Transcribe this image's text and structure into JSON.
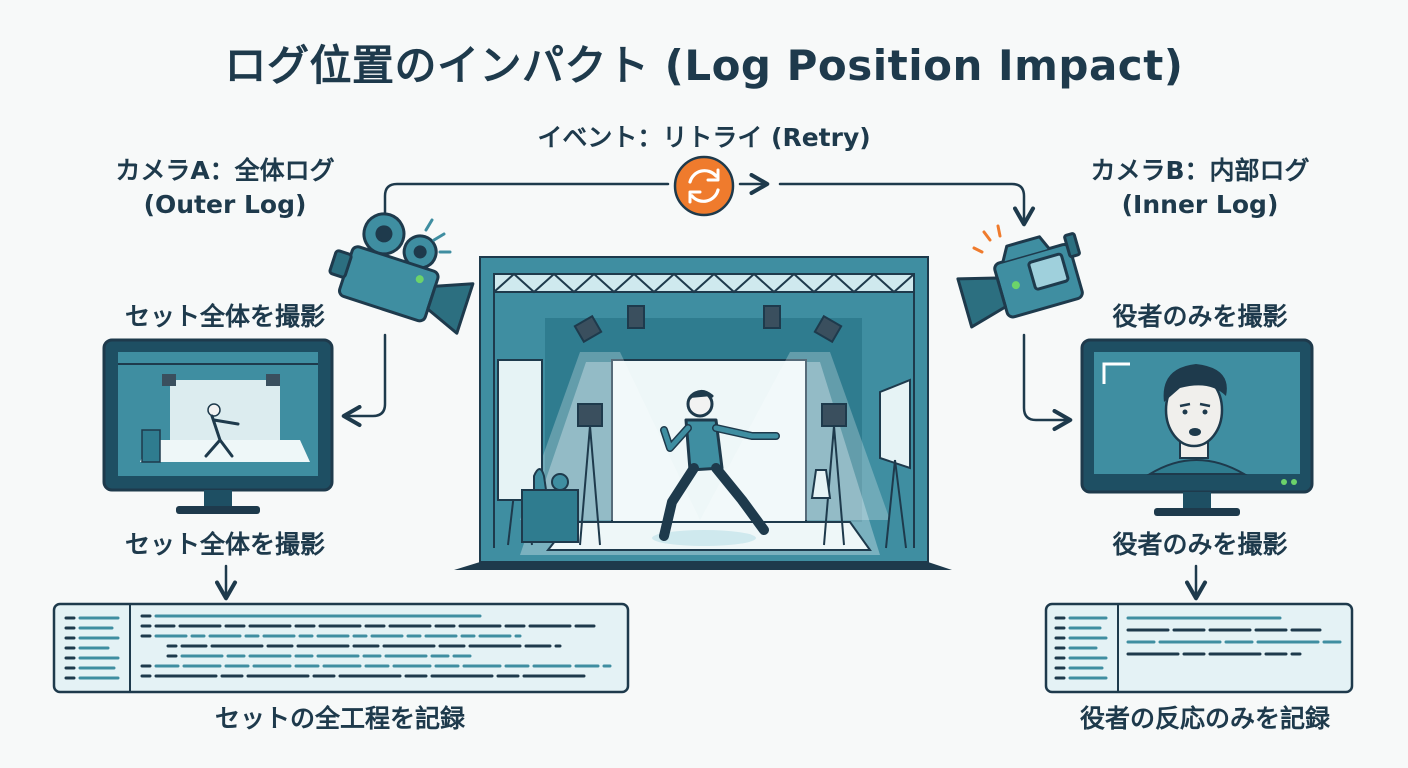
{
  "title": "ログ位置のインパクト (Log Position Impact)",
  "event_label": "イベント：リトライ (Retry)",
  "camera_a": {
    "title_line1": "カメラA：全体ログ",
    "title_line2": "(Outer Log)",
    "caption_top": "セット全体を撮影",
    "caption_bottom": "セット全体を撮影",
    "log_caption": "セットの全工程を記録"
  },
  "camera_b": {
    "title_line1": "カメラB：内部ログ",
    "title_line2": "(Inner Log)",
    "caption_top": "役者のみを撮影",
    "caption_bottom": "役者のみを撮影",
    "log_caption": "役者の反応のみを記録"
  },
  "icons": {
    "retry": "refresh-icon",
    "camera_a": "film-camera-icon",
    "camera_b": "video-camera-icon"
  },
  "colors": {
    "navy": "#1e3a4c",
    "teal": "#3f8ea1",
    "light_teal": "#cfe9ee",
    "orange": "#ef7b2d"
  }
}
